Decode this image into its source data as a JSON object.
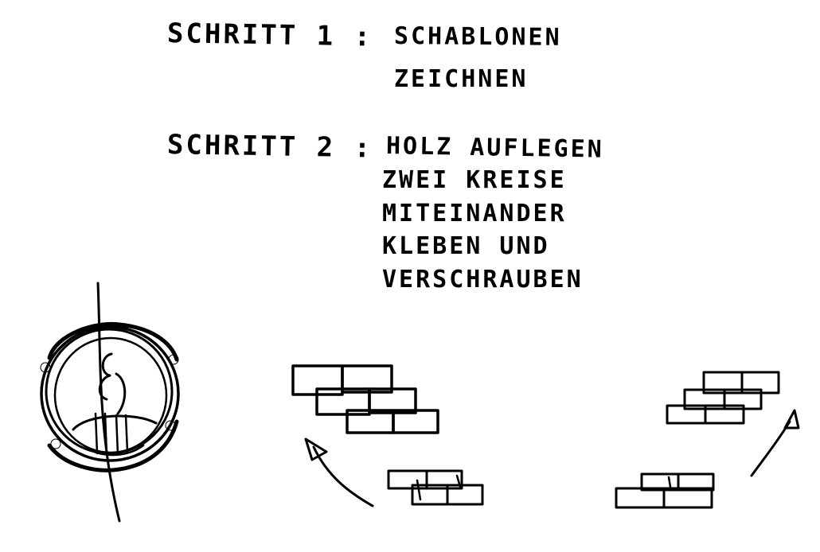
{
  "step1": {
    "label": "SCHRITT 1 :",
    "lines": [
      "SCHABLONEN",
      "ZEICHNEN"
    ]
  },
  "step2": {
    "label": "SCHRITT 2 :",
    "lines": [
      "HOLZ AUFLEGEN",
      "ZWEI KREISE",
      "MITEINANDER",
      "KLEBEN UND",
      "VERSCHRAUBEN"
    ]
  },
  "colors": {
    "ink": "#000000",
    "paper": "#ffffff"
  }
}
